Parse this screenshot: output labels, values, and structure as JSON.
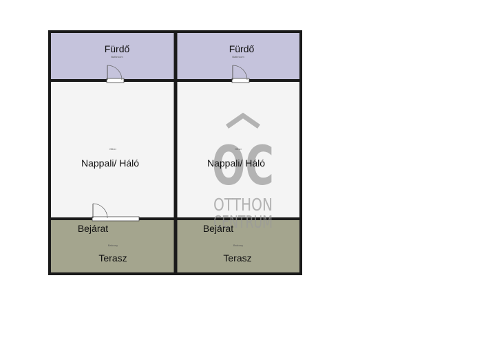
{
  "colors": {
    "bathroom": "#c5c3dc",
    "living": "#f4f4f4",
    "terrace": "#a4a58e",
    "wall": "#1a1a1a",
    "watermark": "#9a9a9a"
  },
  "units": [
    {
      "bathroom": {
        "name": "Fürdő",
        "tag": "Bathroom"
      },
      "living": {
        "name": "Nappali/ Háló",
        "tag": "Other"
      },
      "entrance": {
        "name": "Bejárat"
      },
      "terrace": {
        "name": "Terasz",
        "tag": "Balcony"
      }
    },
    {
      "bathroom": {
        "name": "Fürdő",
        "tag": "Bathroom"
      },
      "living": {
        "name": "Nappali/ Háló",
        "tag": "Other"
      },
      "entrance": {
        "name": "Bejárat"
      },
      "terrace": {
        "name": "Terasz",
        "tag": "Balcony"
      }
    }
  ],
  "watermark": {
    "logo_letters": "OC",
    "line1": "OTTHON",
    "line2": "CENTRUM",
    "icon": "roof-chevron-icon"
  }
}
